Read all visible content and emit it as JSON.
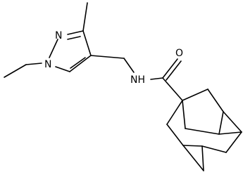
{
  "atom_labels": {
    "n1": "N",
    "n2": "N",
    "nh": "NH",
    "o": "O"
  },
  "colors": {
    "bond": "#000000",
    "background": "#ffffff"
  }
}
